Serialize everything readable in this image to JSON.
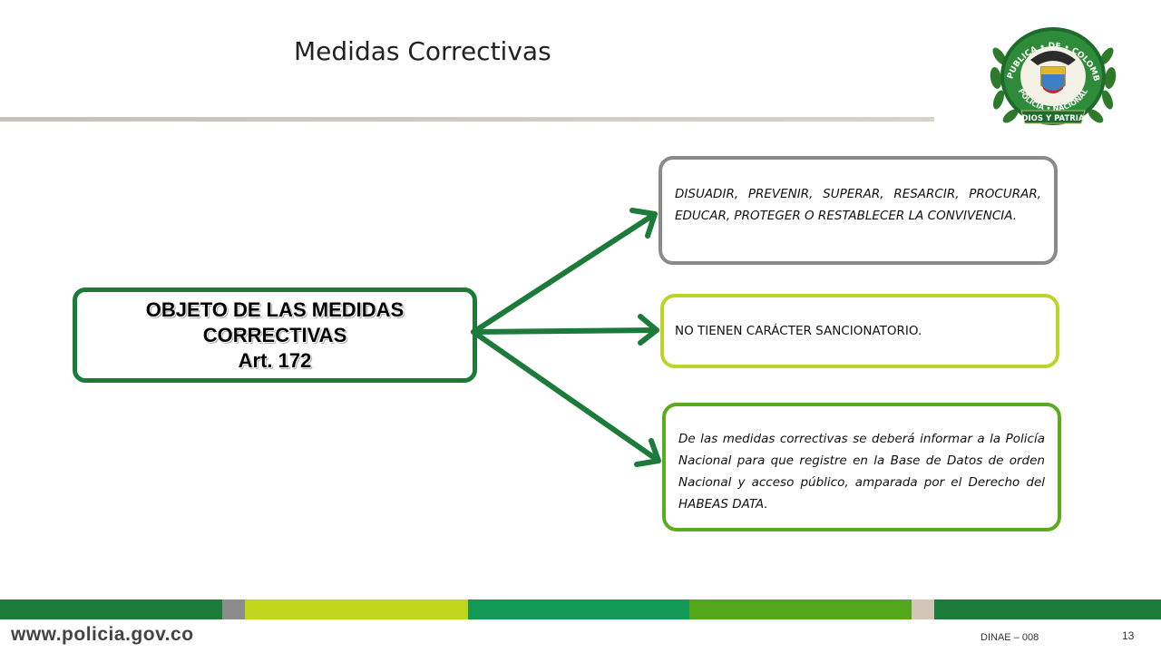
{
  "slide": {
    "title": "Medidas Correctivas",
    "main_box": {
      "line1": "OBJETO DE LAS MEDIDAS",
      "line2": "CORRECTIVAS",
      "line3": "Art. 172"
    },
    "box1_text": "DISUADIR, PREVENIR, SUPERAR, RESARCIR, PROCURAR, EDUCAR, PROTEGER O RESTABLECER LA CONVIVENCIA.",
    "box2_text": "NO TIENEN CARÁCTER SANCIONATORIO.",
    "box3_text": "De las medidas correctivas se deberá informar a la Policía Nacional para que registre en la Base de Datos de orden Nacional y acceso público, amparada por el Derecho del HABEAS DATA.",
    "crest": {
      "ring_top": "REPUBLICA • DE • COLOMBIA",
      "ring_bottom": "POLICIA • NACIONAL",
      "motto": "DIOS Y PATRIA"
    }
  },
  "footer": {
    "url": "www.policia.gov.co",
    "code": "DINAE – 008",
    "page": "13"
  },
  "colors": {
    "dark_green": "#1c7b3a",
    "arrow_green": "#1c7b3a",
    "gray": "#8a8a8a",
    "lime": "#bcd42a",
    "mid_green": "#5aab1e"
  }
}
